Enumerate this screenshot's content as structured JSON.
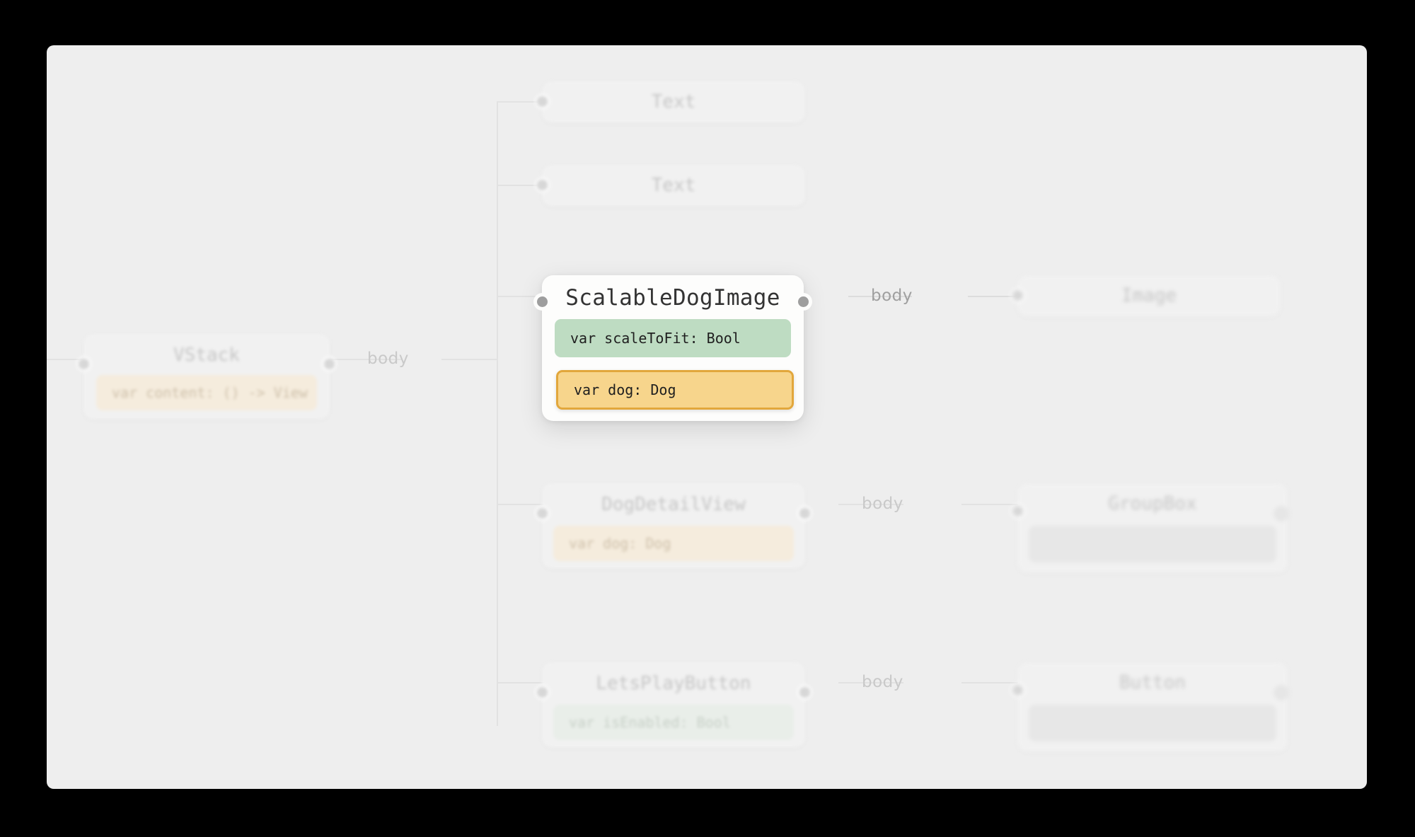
{
  "app": {
    "view": "swiftui-view-hierarchy-graph",
    "canvas_background": "#eeeeee",
    "letterbox_background": "#000000"
  },
  "theme": {
    "accent_green": "#bedcc2",
    "accent_orange": "#f7d58c",
    "selected_border": "#e2a73c",
    "wire": "#dfdfdf",
    "ghost_text": "#c5c5c5",
    "focus_text": "#333333"
  },
  "edges": {
    "body_label": "body",
    "labels": [
      {
        "text": "body",
        "state": "dim"
      },
      {
        "text": "body",
        "state": "normal"
      },
      {
        "text": "body",
        "state": "dim"
      },
      {
        "text": "body",
        "state": "dim"
      }
    ]
  },
  "root": {
    "title": "VStack",
    "state": "unfocused",
    "properties": [
      {
        "text": "var content: () -> View",
        "kind": "orange"
      }
    ]
  },
  "children": [
    {
      "title": "Text",
      "state": "unfocused",
      "properties": []
    },
    {
      "title": "Text",
      "state": "unfocused",
      "properties": []
    },
    {
      "title": "ScalableDogImage",
      "state": "focused",
      "properties": [
        {
          "text": "var scaleToFit: Bool",
          "kind": "green",
          "selected": false
        },
        {
          "text": "var dog: Dog",
          "kind": "orange",
          "selected": true
        }
      ]
    },
    {
      "title": "DogDetailView",
      "state": "unfocused",
      "properties": [
        {
          "text": "var dog: Dog",
          "kind": "orange"
        }
      ]
    },
    {
      "title": "LetsPlayButton",
      "state": "unfocused",
      "properties": [
        {
          "text": "var isEnabled: Bool",
          "kind": "green"
        }
      ]
    }
  ],
  "leaves": [
    {
      "title": "Image",
      "state": "unfocused",
      "has_slot": false,
      "has_right_port": false
    },
    {
      "title": "GroupBox",
      "state": "unfocused",
      "has_slot": true,
      "has_right_port": true
    },
    {
      "title": "Button",
      "state": "unfocused",
      "has_slot": true,
      "has_right_port": true
    }
  ]
}
